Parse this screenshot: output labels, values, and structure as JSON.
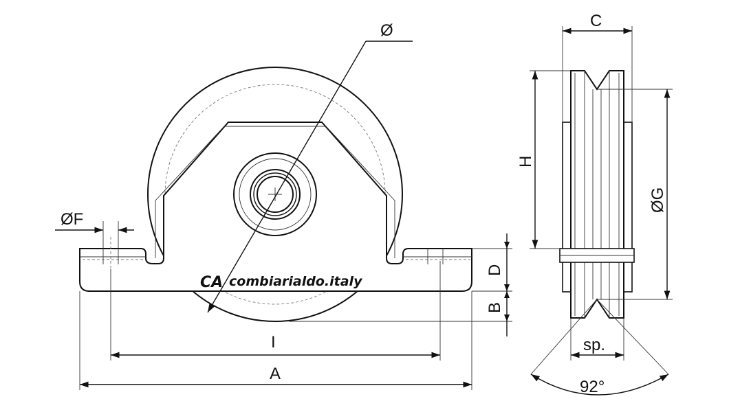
{
  "diagram": {
    "brand": "combiarialdo.italy",
    "brand_mark": "CA",
    "dimensions": {
      "diameter": "Ø",
      "F": "ØF",
      "A": "A",
      "I": "I",
      "D": "D",
      "B": "B",
      "C": "C",
      "H": "H",
      "G": "ØG",
      "sp": "sp.",
      "angle": "92°"
    }
  }
}
